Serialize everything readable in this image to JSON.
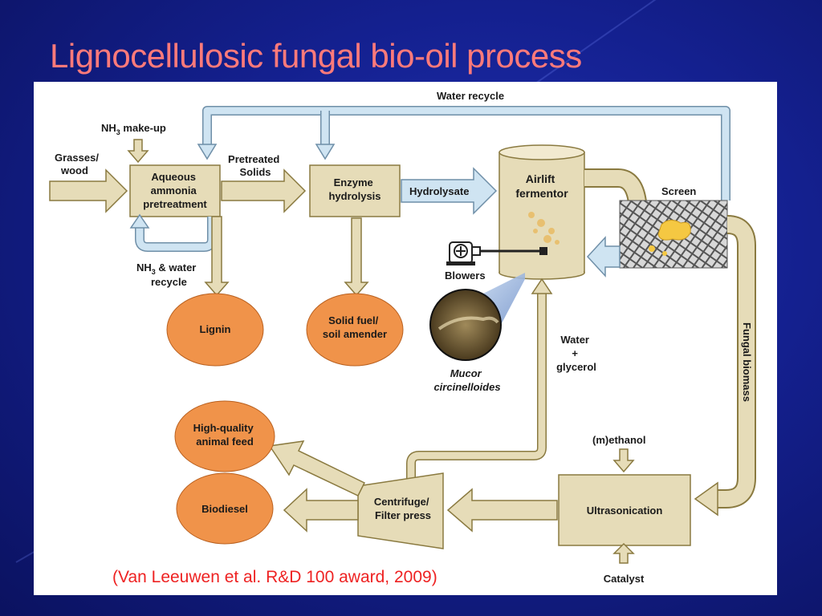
{
  "slide": {
    "title": "Lignocellulosic fungal bio-oil process",
    "citation": "(Van Leeuwen et al. R&D 100 award, 2009)"
  },
  "diagram": {
    "water_recycle": "Water recycle",
    "nh3_makeup": {
      "main": "NH",
      "sub": "3",
      "rest": " make-up"
    },
    "grasses_wood": {
      "line1": "Grasses/",
      "line2": "wood"
    },
    "aqueous_ammonia": {
      "line1": "Aqueous",
      "line2": "ammonia",
      "line3": "pretreatment"
    },
    "pretreated_solids": {
      "line1": "Pretreated",
      "line2": "Solids"
    },
    "enzyme_hydrolysis": {
      "line1": "Enzyme",
      "line2": "hydrolysis"
    },
    "hydrolysate": "Hydrolysate",
    "airlift_fermentor": {
      "line1": "Airlift",
      "line2": "fermentor"
    },
    "screen": "Screen",
    "blowers": "Blowers",
    "nh3_water_recycle": {
      "main": "NH",
      "sub": "3",
      "rest": " & water",
      "line2": "recycle"
    },
    "lignin": "Lignin",
    "solid_fuel": {
      "line1": "Solid fuel/",
      "line2": "soil amender"
    },
    "mucor": {
      "line1": "Mucor",
      "line2": "circinelloides"
    },
    "water_glycerol": {
      "line1": "Water",
      "line2": "+",
      "line3": "glycerol"
    },
    "fungal_biomass": "Fungal biomass",
    "methanol": "(m)ethanol",
    "ultrasonication": "Ultrasonication",
    "catalyst": "Catalyst",
    "centrifuge": {
      "line1": "Centrifuge/",
      "line2": "Filter press"
    },
    "animal_feed": {
      "line1": "High-quality",
      "line2": "animal feed"
    },
    "biodiesel": "Biodiesel"
  }
}
